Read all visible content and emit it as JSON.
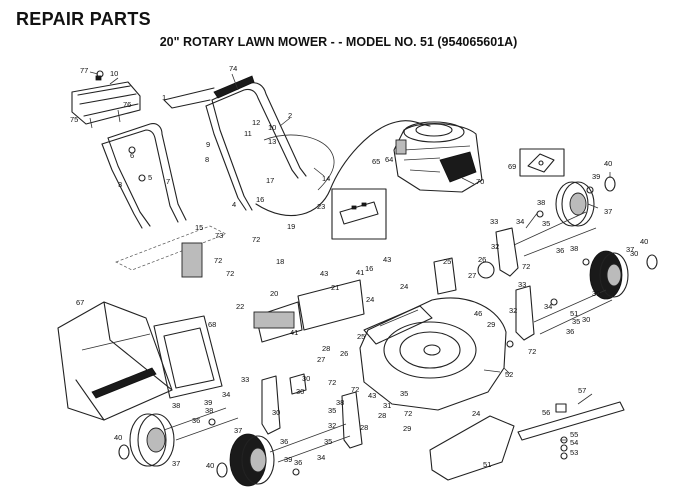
{
  "header": {
    "title": "REPAIR PARTS",
    "subtitle": "20\" ROTARY LAWN MOWER - - MODEL NO. 51 (954065601A)"
  },
  "labels": [
    {
      "key": "p77",
      "text": "77"
    },
    {
      "key": "p10a",
      "text": "10"
    },
    {
      "key": "p76",
      "text": "76"
    },
    {
      "key": "p75",
      "text": "75"
    },
    {
      "key": "p74",
      "text": "74"
    },
    {
      "key": "p1",
      "text": "1"
    },
    {
      "key": "p2",
      "text": "2"
    },
    {
      "key": "p12",
      "text": "12"
    },
    {
      "key": "p11",
      "text": "11"
    },
    {
      "key": "p9",
      "text": "9"
    },
    {
      "key": "p13",
      "text": "13"
    },
    {
      "key": "p10b",
      "text": "10"
    },
    {
      "key": "p6",
      "text": "6"
    },
    {
      "key": "p8",
      "text": "8"
    },
    {
      "key": "p17",
      "text": "17"
    },
    {
      "key": "p14",
      "text": "14"
    },
    {
      "key": "p3",
      "text": "3"
    },
    {
      "key": "p7",
      "text": "7"
    },
    {
      "key": "p5",
      "text": "5"
    },
    {
      "key": "p4",
      "text": "4"
    },
    {
      "key": "p15",
      "text": "15"
    },
    {
      "key": "p16a",
      "text": "16"
    },
    {
      "key": "p73",
      "text": "73"
    },
    {
      "key": "p19",
      "text": "19"
    },
    {
      "key": "p72a",
      "text": "72"
    },
    {
      "key": "p72b",
      "text": "72"
    },
    {
      "key": "p72c",
      "text": "72"
    },
    {
      "key": "p18",
      "text": "18"
    },
    {
      "key": "p20",
      "text": "20"
    },
    {
      "key": "p22",
      "text": "22"
    },
    {
      "key": "p41",
      "text": "41"
    },
    {
      "key": "p23",
      "text": "23"
    },
    {
      "key": "p43a",
      "text": "43"
    },
    {
      "key": "p41b",
      "text": "41"
    },
    {
      "key": "p16b",
      "text": "16"
    },
    {
      "key": "p43b",
      "text": "43"
    },
    {
      "key": "p65",
      "text": "65"
    },
    {
      "key": "p64",
      "text": "64"
    },
    {
      "key": "p70",
      "text": "70"
    },
    {
      "key": "p69",
      "text": "69"
    },
    {
      "key": "p40a",
      "text": "40"
    },
    {
      "key": "p39a",
      "text": "39"
    },
    {
      "key": "p37a",
      "text": "37"
    },
    {
      "key": "p38a",
      "text": "38"
    },
    {
      "key": "p33a",
      "text": "33"
    },
    {
      "key": "p34a",
      "text": "34"
    },
    {
      "key": "p35a",
      "text": "35"
    },
    {
      "key": "p32a",
      "text": "32"
    },
    {
      "key": "p25",
      "text": "25"
    },
    {
      "key": "p26",
      "text": "26"
    },
    {
      "key": "p27a",
      "text": "27"
    },
    {
      "key": "p72d",
      "text": "72"
    },
    {
      "key": "p36a",
      "text": "36"
    },
    {
      "key": "p38b",
      "text": "38"
    },
    {
      "key": "p37b",
      "text": "37"
    },
    {
      "key": "p40b",
      "text": "40"
    },
    {
      "key": "p30a",
      "text": "30"
    },
    {
      "key": "p21",
      "text": "21"
    },
    {
      "key": "p24a",
      "text": "24"
    },
    {
      "key": "p24b",
      "text": "24"
    },
    {
      "key": "p46",
      "text": "46"
    },
    {
      "key": "p33b",
      "text": "33"
    },
    {
      "key": "p34b",
      "text": "34"
    },
    {
      "key": "p35b",
      "text": "35"
    },
    {
      "key": "p39b",
      "text": "39"
    },
    {
      "key": "p30b",
      "text": "30"
    },
    {
      "key": "p29a",
      "text": "29"
    },
    {
      "key": "p32b",
      "text": "32"
    },
    {
      "key": "p36b",
      "text": "36"
    },
    {
      "key": "p72e",
      "text": "72"
    },
    {
      "key": "p51a",
      "text": "51"
    },
    {
      "key": "p52",
      "text": "52"
    },
    {
      "key": "p67",
      "text": "67"
    },
    {
      "key": "p68",
      "text": "68"
    },
    {
      "key": "p27b",
      "text": "27"
    },
    {
      "key": "p28a",
      "text": "28"
    },
    {
      "key": "p26b",
      "text": "26"
    },
    {
      "key": "p25b",
      "text": "25"
    },
    {
      "key": "p72f",
      "text": "72"
    },
    {
      "key": "p33c",
      "text": "33"
    },
    {
      "key": "p72g",
      "text": "72"
    },
    {
      "key": "p30c",
      "text": "30"
    },
    {
      "key": "p34c",
      "text": "34"
    },
    {
      "key": "p38c",
      "text": "38"
    },
    {
      "key": "p36c",
      "text": "36"
    },
    {
      "key": "p39c",
      "text": "39"
    },
    {
      "key": "p43c",
      "text": "43"
    },
    {
      "key": "p31",
      "text": "31"
    },
    {
      "key": "p24c",
      "text": "24"
    },
    {
      "key": "p57",
      "text": "57"
    },
    {
      "key": "p56",
      "text": "56"
    },
    {
      "key": "p55",
      "text": "55"
    },
    {
      "key": "p54",
      "text": "54"
    },
    {
      "key": "p53",
      "text": "53"
    },
    {
      "key": "p29b",
      "text": "29"
    },
    {
      "key": "p28b",
      "text": "28"
    },
    {
      "key": "p35c",
      "text": "35"
    },
    {
      "key": "p32c",
      "text": "32"
    },
    {
      "key": "p40c",
      "text": "40"
    },
    {
      "key": "p37c",
      "text": "37"
    },
    {
      "key": "p38d",
      "text": "38"
    },
    {
      "key": "p37d",
      "text": "37"
    },
    {
      "key": "p36d",
      "text": "36"
    },
    {
      "key": "p35d",
      "text": "35"
    },
    {
      "key": "p34d",
      "text": "34"
    },
    {
      "key": "p39d",
      "text": "39"
    },
    {
      "key": "p40d",
      "text": "40"
    },
    {
      "key": "p36e",
      "text": "36"
    },
    {
      "key": "p38e",
      "text": "38"
    },
    {
      "key": "p35e",
      "text": "35"
    },
    {
      "key": "p51b",
      "text": "51"
    },
    {
      "key": "p72h",
      "text": "72"
    },
    {
      "key": "p28c",
      "text": "28"
    },
    {
      "key": "p30d",
      "text": "30"
    },
    {
      "key": "p30e",
      "text": "30"
    }
  ]
}
